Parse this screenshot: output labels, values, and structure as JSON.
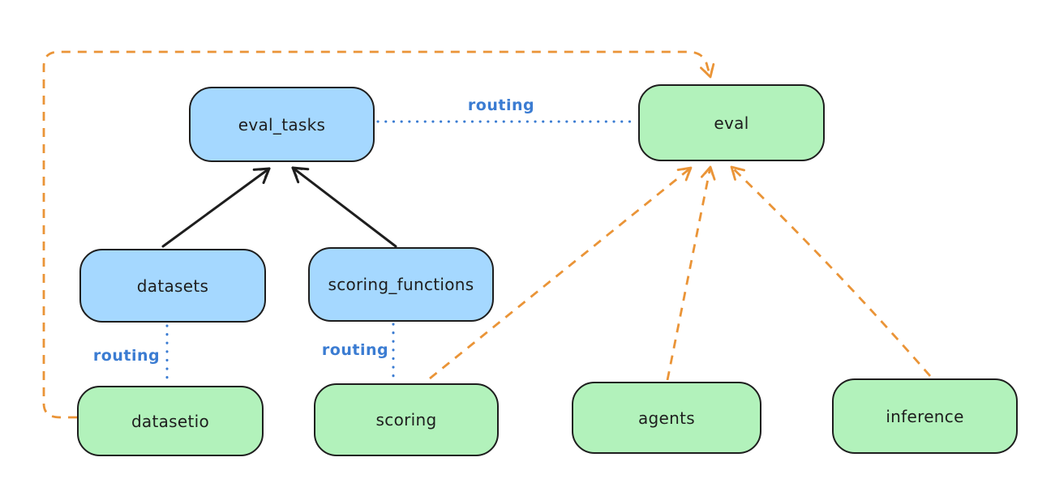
{
  "diagram": {
    "background": "#ffffff",
    "nodes": [
      {
        "id": "eval_tasks",
        "label": "eval_tasks",
        "fill": "#a5d8ff"
      },
      {
        "id": "eval",
        "label": "eval",
        "fill": "#b2f2bb"
      },
      {
        "id": "datasets",
        "label": "datasets",
        "fill": "#a5d8ff"
      },
      {
        "id": "scoring_functions",
        "label": "scoring_functions",
        "fill": "#a5d8ff"
      },
      {
        "id": "datasetio",
        "label": "datasetio",
        "fill": "#b2f2bb"
      },
      {
        "id": "scoring",
        "label": "scoring",
        "fill": "#b2f2bb"
      },
      {
        "id": "agents",
        "label": "agents",
        "fill": "#b2f2bb"
      },
      {
        "id": "inference",
        "label": "inference",
        "fill": "#b2f2bb"
      }
    ],
    "edges": [
      {
        "from": "datasets",
        "to": "eval_tasks",
        "style": "solid",
        "color": "#1e1e1e",
        "arrowhead": "end"
      },
      {
        "from": "scoring_functions",
        "to": "eval_tasks",
        "style": "solid",
        "color": "#1e1e1e",
        "arrowhead": "end"
      },
      {
        "from": "eval_tasks",
        "to": "eval",
        "style": "dotted",
        "color": "#3b7cd2",
        "arrowhead": "none",
        "label": "routing"
      },
      {
        "from": "datasets",
        "to": "datasetio",
        "style": "dotted",
        "color": "#3b7cd2",
        "arrowhead": "none",
        "label": "routing"
      },
      {
        "from": "scoring_functions",
        "to": "scoring",
        "style": "dotted",
        "color": "#3b7cd2",
        "arrowhead": "none",
        "label": "routing"
      },
      {
        "from": "datasetio",
        "to": "eval",
        "style": "dashed",
        "color": "#ea9437",
        "arrowhead": "end"
      },
      {
        "from": "scoring",
        "to": "eval",
        "style": "dashed",
        "color": "#ea9437",
        "arrowhead": "end"
      },
      {
        "from": "agents",
        "to": "eval",
        "style": "dashed",
        "color": "#ea9437",
        "arrowhead": "end"
      },
      {
        "from": "inference",
        "to": "eval",
        "style": "dashed",
        "color": "#ea9437",
        "arrowhead": "end"
      }
    ],
    "colors": {
      "node_border": "#1e1e1e",
      "node_text": "#1e1e1e",
      "blue_node_fill": "#a5d8ff",
      "green_node_fill": "#b2f2bb",
      "routing_blue": "#3b7cd2",
      "dashed_orange": "#ea9437",
      "solid_black": "#1e1e1e"
    }
  }
}
